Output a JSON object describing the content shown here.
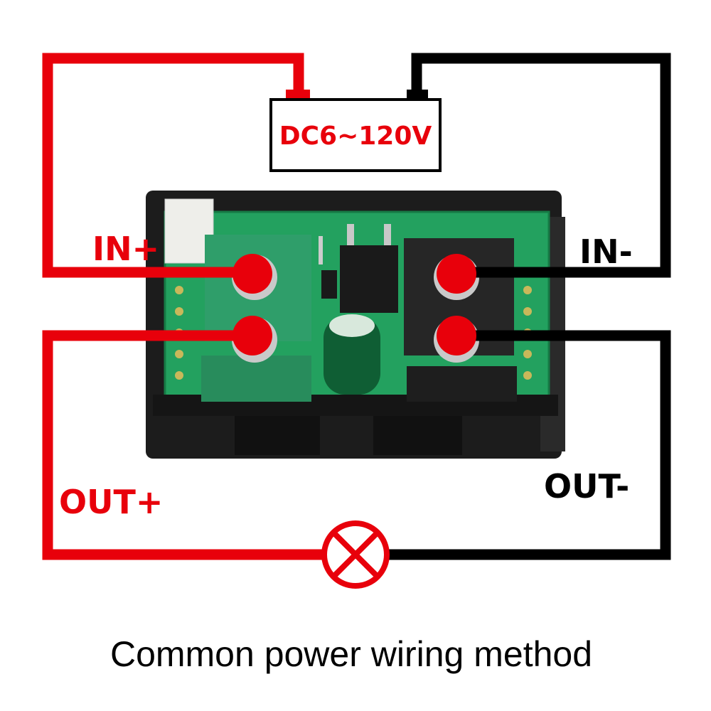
{
  "title": "Common power wiring method",
  "power_source": {
    "label": "DC6~120V"
  },
  "terminals": {
    "in_plus": "IN+",
    "in_minus": "IN-",
    "out_plus": "OUT+",
    "out_minus": "OUT-"
  },
  "load": {
    "icon": "lamp-icon"
  },
  "colors": {
    "positive": "#e8000b",
    "negative": "#000000",
    "pcb": "#1f9e5a",
    "case": "#1c1c1c"
  }
}
